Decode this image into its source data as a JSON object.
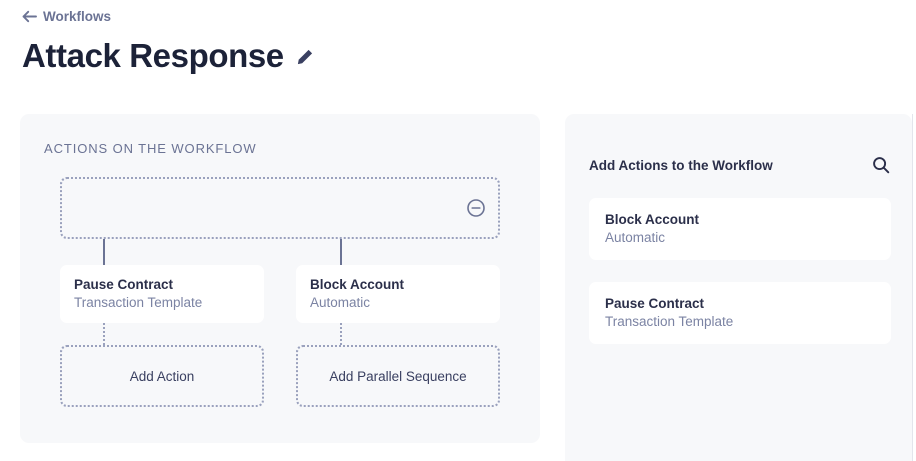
{
  "header": {
    "breadcrumb_label": "Workflows",
    "back_icon": "arrow-left-icon",
    "title": "Attack Response",
    "edit_icon": "pencil-icon"
  },
  "left_panel": {
    "section_label": "ACTIONS ON THE WORKFLOW",
    "trigger": {
      "label": "",
      "remove_icon": "minus-circle-icon"
    },
    "branches": [
      {
        "card": {
          "title": "Pause Contract",
          "subtitle": "Transaction Template"
        },
        "add_button": "Add Action"
      },
      {
        "card": {
          "title": "Block Account",
          "subtitle": "Automatic"
        },
        "add_button": "Add Parallel Sequence"
      }
    ]
  },
  "right_panel": {
    "title": "Add Actions to the Workflow",
    "search_icon": "search-icon",
    "items": [
      {
        "title": "Block Account",
        "subtitle": "Automatic"
      },
      {
        "title": "Pause Contract",
        "subtitle": "Transaction Template"
      }
    ]
  },
  "colors": {
    "panel_bg": "#f7f8fa",
    "card_bg": "#ffffff",
    "text_primary": "#2b2f4a",
    "text_muted": "#7b83a3",
    "border_dotted": "#9aa1bd",
    "title": "#1c2238"
  }
}
